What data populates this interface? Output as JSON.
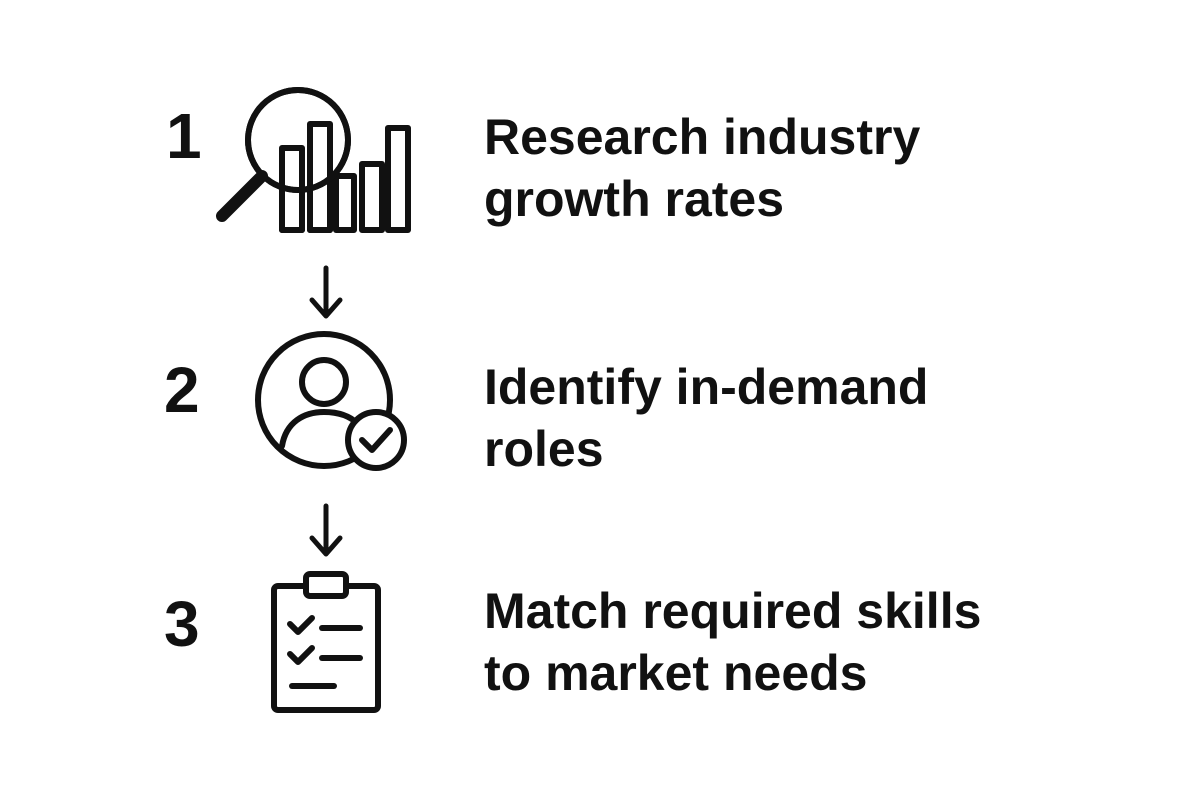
{
  "steps": [
    {
      "number": "1",
      "line1": "Research industry",
      "line2": "growth rates",
      "icon": "magnifier-bar-chart-icon"
    },
    {
      "number": "2",
      "line1": "Identify in-demand",
      "line2": "roles",
      "icon": "user-checkmark-icon"
    },
    {
      "number": "3",
      "line1": "Match required skills",
      "line2": "to market needs",
      "icon": "clipboard-checklist-icon"
    }
  ],
  "connector_icon": "down-arrow-icon",
  "colors": {
    "ink": "#111111",
    "background": "#ffffff"
  }
}
